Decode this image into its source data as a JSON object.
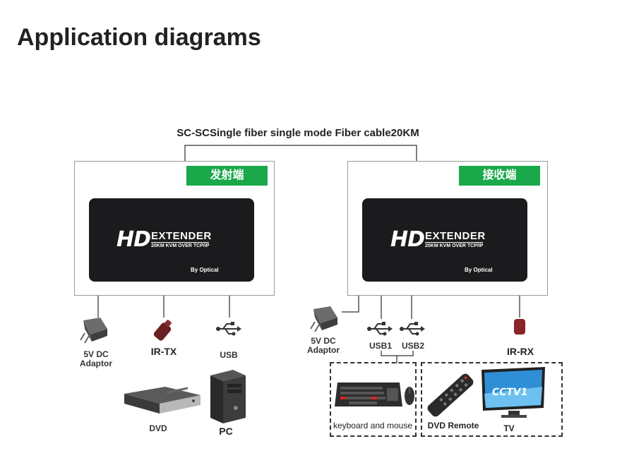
{
  "title": "Application diagrams",
  "cable": {
    "label": "SC-SCSingle fiber single mode Fiber cable20KM"
  },
  "transmitter": {
    "badge": "发射端",
    "brand": "HD",
    "product": "EXTENDER",
    "subtitle": "20KM KVM OVER TCP/IP",
    "by": "By Optical"
  },
  "receiver": {
    "badge": "接收端",
    "brand": "HD",
    "product": "EXTENDER",
    "subtitle": "20KM KVM OVER TCP/IP",
    "by": "By Optical"
  },
  "tx_ports": {
    "power": "5V DC\nAdaptor",
    "ir": "IR-TX",
    "usb": "USB"
  },
  "tx_sources": {
    "dvd": "DVD",
    "pc": "PC"
  },
  "rx_ports": {
    "power": "5V DC\nAdaptor",
    "usb1": "USB1",
    "usb2": "USB2",
    "ir": "IR-RX"
  },
  "rx_devices": {
    "keyboard": "keyboard and mouse",
    "remote": "DVD Remote",
    "tv": "TV",
    "tv_screen_text": "CCTV1"
  },
  "colors": {
    "badge_green": "#1aa84a",
    "device_black": "#1b1b1d",
    "frame_grey": "#999999"
  }
}
